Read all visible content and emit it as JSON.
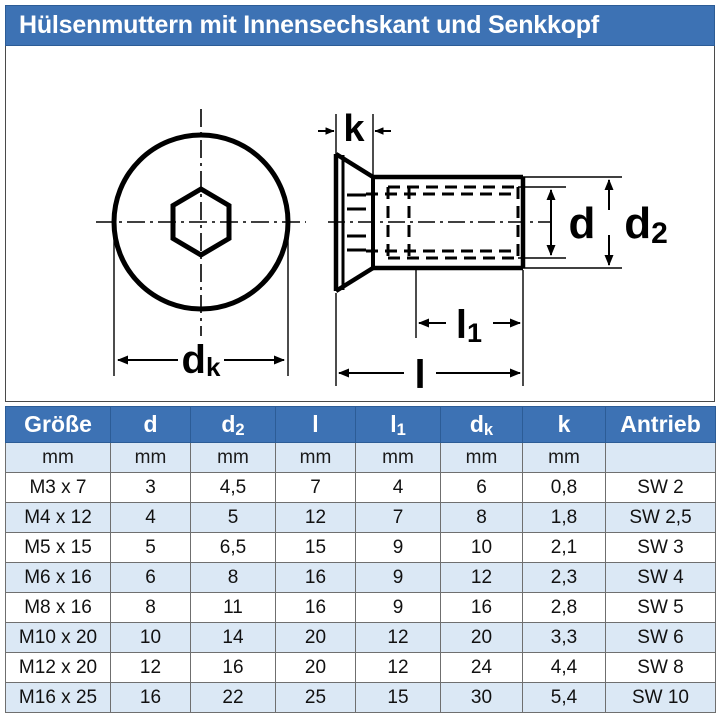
{
  "header": {
    "title": "Hülsenmuttern mit Innensechskant und Senkkopf",
    "bar_color": "#3d72b4"
  },
  "drawing": {
    "labels": {
      "dk": "d",
      "dk_sub": "k",
      "k": "k",
      "d": "d",
      "d2": "d",
      "d2_sub": "2",
      "l1": "l",
      "l1_sub": "1",
      "l": "l"
    }
  },
  "table": {
    "columns": [
      {
        "label": "Größe",
        "sub": ""
      },
      {
        "label": "d",
        "sub": ""
      },
      {
        "label": "d",
        "sub": "2"
      },
      {
        "label": "l",
        "sub": ""
      },
      {
        "label": "l",
        "sub": "1"
      },
      {
        "label": "d",
        "sub": "k"
      },
      {
        "label": "k",
        "sub": ""
      },
      {
        "label": "Antrieb",
        "sub": ""
      }
    ],
    "units": [
      "mm",
      "mm",
      "mm",
      "mm",
      "mm",
      "mm",
      "mm",
      ""
    ],
    "rows": [
      [
        "M3 x 7",
        "3",
        "4,5",
        "7",
        "4",
        "6",
        "0,8",
        "SW 2"
      ],
      [
        "M4 x 12",
        "4",
        "5",
        "12",
        "7",
        "8",
        "1,8",
        "SW 2,5"
      ],
      [
        "M5 x 15",
        "5",
        "6,5",
        "15",
        "9",
        "10",
        "2,1",
        "SW 3"
      ],
      [
        "M6 x 16",
        "6",
        "8",
        "16",
        "9",
        "12",
        "2,3",
        "SW 4"
      ],
      [
        "M8 x 16",
        "8",
        "11",
        "16",
        "9",
        "16",
        "2,8",
        "SW 5"
      ],
      [
        "M10 x 20",
        "10",
        "14",
        "20",
        "12",
        "20",
        "3,3",
        "SW 6"
      ],
      [
        "M12 x 20",
        "12",
        "16",
        "20",
        "12",
        "24",
        "4,4",
        "SW 8"
      ],
      [
        "M16 x 25",
        "16",
        "22",
        "25",
        "15",
        "30",
        "5,4",
        "SW 10"
      ]
    ],
    "row_alt_color": "#dbe8f5",
    "row_base_color": "#ffffff"
  }
}
